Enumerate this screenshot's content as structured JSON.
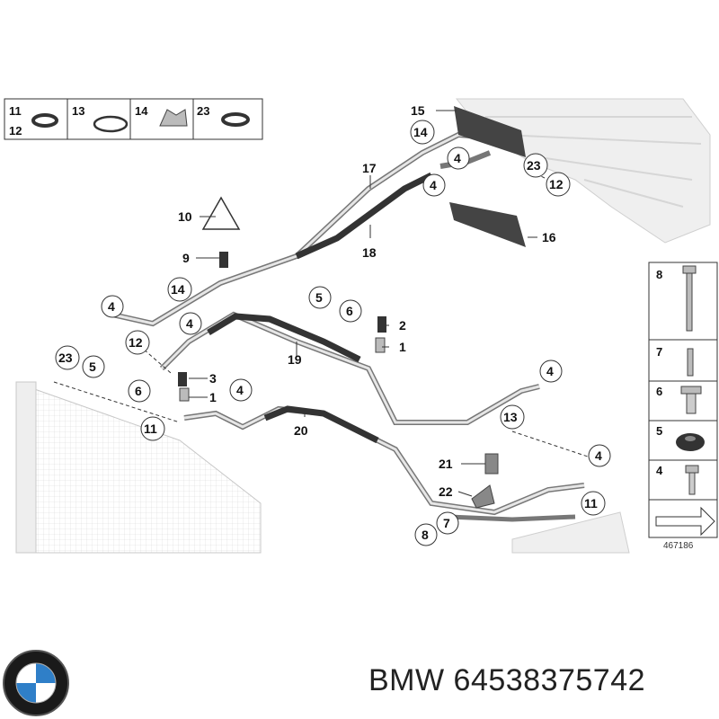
{
  "callouts": {
    "c1a": "1",
    "c1b": "1",
    "c2": "2",
    "c3": "3",
    "c4a": "4",
    "c4b": "4",
    "c4c": "4",
    "c4d": "4",
    "c4e": "4",
    "c4f": "4",
    "c4g": "4",
    "c5a": "5",
    "c5b": "5",
    "c6a": "6",
    "c6b": "6",
    "c7": "7",
    "c8": "8",
    "c9": "9",
    "c10": "10",
    "c11a": "11",
    "c11b": "11",
    "c12a": "12",
    "c12b": "12",
    "c13": "13",
    "c14a": "14",
    "c14b": "14",
    "c15": "15",
    "c16": "16",
    "c17": "17",
    "c18": "18",
    "c19": "19",
    "c20": "20",
    "c21": "21",
    "c22": "22",
    "c23a": "23",
    "c23b": "23"
  },
  "legend_top": {
    "n11": "11",
    "n12": "12",
    "n13": "13",
    "n14": "14",
    "n23": "23"
  },
  "legend_right": {
    "n8": "8",
    "n7": "7",
    "n6": "6",
    "n5": "5",
    "n4": "4"
  },
  "diagram_ref": "467186",
  "footer": {
    "brand": "BMW 64538375742"
  }
}
